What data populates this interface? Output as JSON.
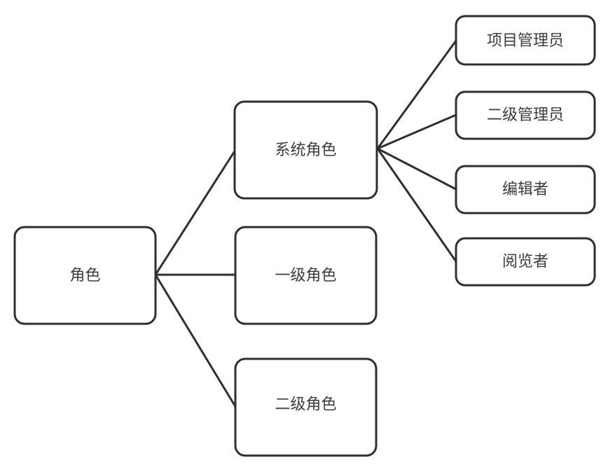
{
  "diagram": {
    "type": "tree-mindmap",
    "orientation": "left-to-right",
    "background_color": "#ffffff",
    "stroke_color": "#2f2f2f",
    "text_color": "#3c3c3c",
    "root": {
      "id": "role-root",
      "label": "角色"
    },
    "level2": [
      {
        "id": "system-role",
        "label": "系统角色"
      },
      {
        "id": "level1-role",
        "label": "一级角色"
      },
      {
        "id": "level2-role",
        "label": "二级角色"
      }
    ],
    "level3": [
      {
        "id": "project-admin",
        "label": "项目管理员"
      },
      {
        "id": "secondary-admin",
        "label": "二级管理员"
      },
      {
        "id": "editor",
        "label": "编辑者"
      },
      {
        "id": "viewer",
        "label": "阅览者"
      }
    ],
    "edges": [
      {
        "from": "角色",
        "to": "系统角色"
      },
      {
        "from": "角色",
        "to": "一级角色"
      },
      {
        "from": "角色",
        "to": "二级角色"
      },
      {
        "from": "系统角色",
        "to": "项目管理员"
      },
      {
        "from": "系统角色",
        "to": "二级管理员"
      },
      {
        "from": "系统角色",
        "to": "编辑者"
      },
      {
        "from": "系统角色",
        "to": "阅览者"
      }
    ]
  }
}
